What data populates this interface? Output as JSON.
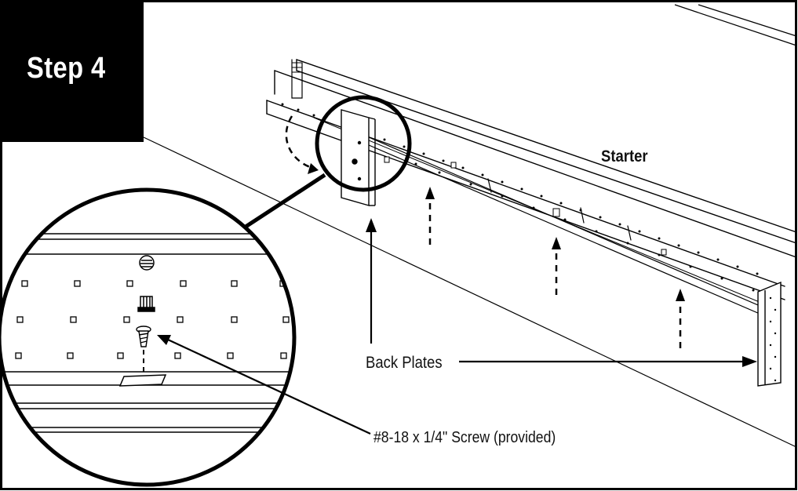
{
  "step": {
    "label": "Step 4"
  },
  "callouts": {
    "starter": "Starter",
    "back_plates": "Back Plates",
    "screw": "#8-18 x 1/4\" Screw (provided)"
  }
}
